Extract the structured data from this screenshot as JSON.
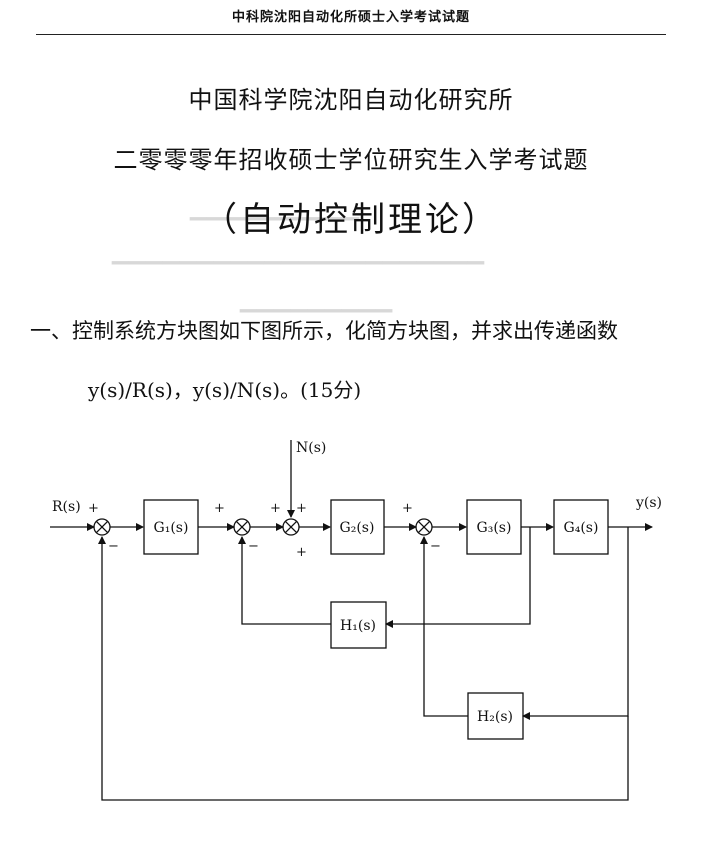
{
  "header": "中科院沈阳自动化所硕士入学考试试题",
  "titles": {
    "line1": "中国科学院沈阳自动化研究所",
    "line2": "二零零零年招收硕士学位研究生入学考试题",
    "line3": "（自动控制理论）"
  },
  "question": {
    "line1": "一、控制系统方块图如下图所示，化简方块图，并求出传递函数",
    "line2": "y(s)/R(s)，y(s)/N(s)。(15分)"
  },
  "diagram": {
    "input": "R(s)",
    "output": "y(s)",
    "disturbance": "N(s)",
    "blocks": {
      "g1": "G₁(s)",
      "g2": "G₂(s)",
      "g3": "G₃(s)",
      "g4": "G₄(s)",
      "h1": "H₁(s)",
      "h2": "H₂(s)"
    },
    "signs": {
      "s1_plus": "+",
      "s1_minus": "−",
      "s2_plus": "+",
      "s2_minus": "−",
      "s3_plus_left": "+",
      "s3_plus_top": "+",
      "s3_plus_bottom": "+",
      "s4_plus": "+",
      "s4_minus": "−"
    }
  }
}
